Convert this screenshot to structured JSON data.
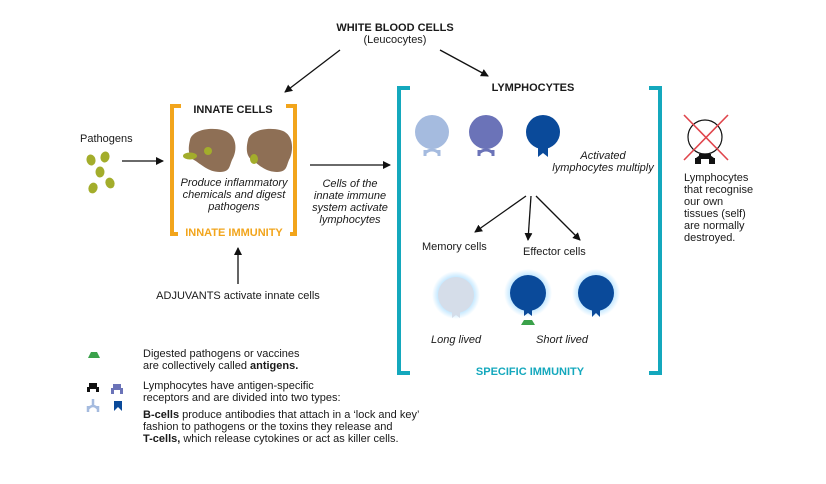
{
  "title": {
    "main": "WHITE BLOOD CELLS",
    "sub": "(Leucocytes)"
  },
  "innate": {
    "heading": "INNATE CELLS",
    "description": [
      "Produce inflammatory",
      "chemicals and digest",
      "pathogens"
    ],
    "footer": "INNATE IMMUNITY"
  },
  "pathogens_label": "Pathogens",
  "activation_label": [
    "Cells of the",
    "innate immune",
    "system activate",
    "lymphocytes"
  ],
  "adjuvants_label": "ADJUVANTS activate innate cells",
  "lymphocytes": {
    "heading": "LYMPHOCYTES",
    "activated_label": [
      "Activated",
      "lymphocytes multiply"
    ],
    "memory_label": "Memory cells",
    "effector_label": "Effector cells",
    "long_lived": "Long lived",
    "short_lived": "Short lived",
    "footer": "SPECIFIC IMMUNITY"
  },
  "self_note": [
    "Lymphocytes",
    "that recognise",
    "our own",
    "tissues (self)",
    "are normally",
    "destroyed."
  ],
  "legend": {
    "antigens_pre": "Digested pathogens or vaccines",
    "antigens_line2_pre": "are collectively called ",
    "antigens_bold": "antigens.",
    "receptors": [
      "Lymphocytes have antigen-specific",
      "receptors and are divided into two types:"
    ],
    "bcells_bold": "B-cells",
    "bcells_text": " produce antibodies that attach in a ‘lock and key’",
    "bcells_line2": "fashion to pathogens or the toxins they release and",
    "tcells_bold": "T-cells,",
    "tcells_text": " which release cytokines or act as killer cells."
  },
  "colors": {
    "orange": "#f2a51c",
    "teal": "#14a8bd",
    "pathogen": "#a3ad2b",
    "innate_cell": "#8e6f55",
    "light_blue": "#a5bbdf",
    "purple": "#6b73b8",
    "dark_blue": "#0a4a9a",
    "antigen_green": "#3aa14a",
    "red_cross": "#e0454c"
  }
}
